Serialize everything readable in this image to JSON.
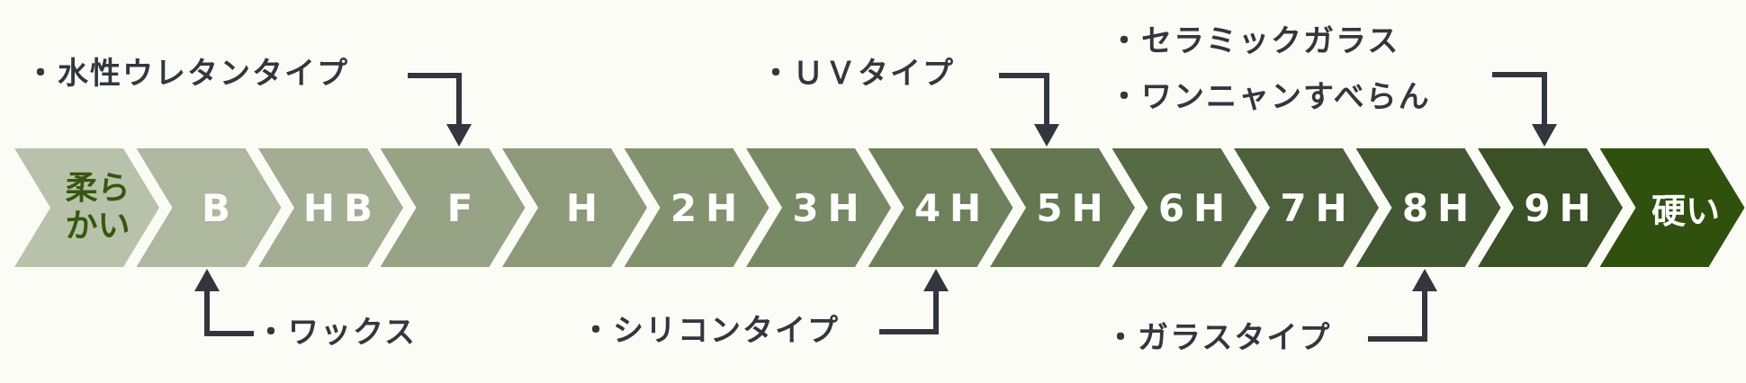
{
  "scale": {
    "steps": [
      {
        "label": "柔らかい",
        "kind": "soft"
      },
      {
        "label": "B"
      },
      {
        "label": "HB"
      },
      {
        "label": "F"
      },
      {
        "label": "H"
      },
      {
        "label": "2H"
      },
      {
        "label": "3H"
      },
      {
        "label": "4H"
      },
      {
        "label": "5H"
      },
      {
        "label": "6H"
      },
      {
        "label": "7H"
      },
      {
        "label": "8H"
      },
      {
        "label": "9H"
      },
      {
        "label": "硬い",
        "kind": "hard"
      }
    ],
    "colors": [
      "#b8c2aa",
      "#adb89e",
      "#a2ad92",
      "#97a385",
      "#8c9a7a",
      "#82926e",
      "#788965",
      "#6e805a",
      "#647750",
      "#566b45",
      "#4c613b",
      "#425832",
      "#3a5025",
      "#30510e"
    ]
  },
  "annotations": {
    "water_urethane": "・水性ウレタンタイプ",
    "uv": "・ＵＶタイプ",
    "ceramic_glass": "・セラミックガラス",
    "wannyan": "・ワンニャンすべらん",
    "wax": "・ワックス",
    "silicone": "・シリコンタイプ",
    "glass": "・ガラスタイプ"
  }
}
